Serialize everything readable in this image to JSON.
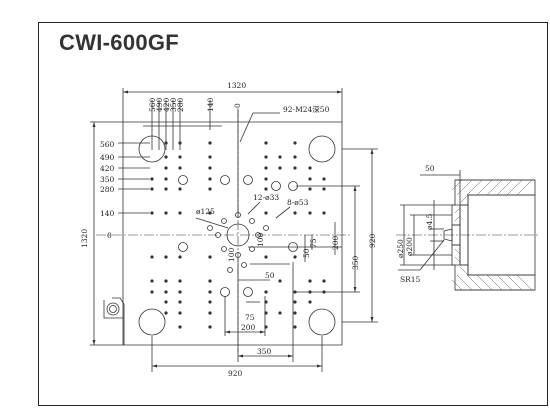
{
  "model": "CWI-600GF",
  "dims": {
    "top": "1320",
    "left": "1320",
    "x_labels": [
      "560",
      "490",
      "420",
      "350",
      "280",
      "140",
      "0"
    ],
    "y_labels": [
      "560",
      "490",
      "420",
      "350",
      "280",
      "140",
      "0"
    ],
    "threads": "92-M24深50",
    "holes_12": "12-ø33",
    "holes_8": "8-ø53",
    "center": "ø125",
    "d100_h": "100",
    "d100_v": "100",
    "d50_a": "50",
    "d75_a": "75",
    "d50_b": "50",
    "d75_b": "75",
    "d200_v": "200",
    "d350_v": "350",
    "d920_v": "920",
    "d200_h": "200",
    "d350_h": "350",
    "d920_h": "920"
  },
  "nozzle": {
    "d50": "50",
    "d45": "ø4.5",
    "d200": "ø200",
    "d250": "ø250",
    "sr": "SR15"
  }
}
